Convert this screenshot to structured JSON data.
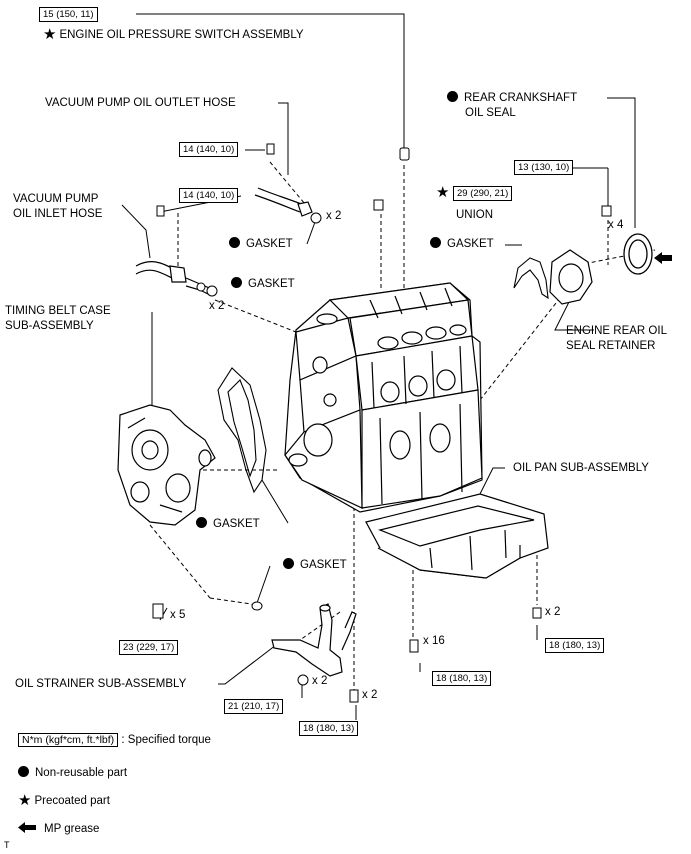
{
  "torques": {
    "eng_oil_switch": "15 (150, 11)",
    "vac_outlet_bolt": "14 (140, 10)",
    "vac_inlet_bolt": "14 (140, 10)",
    "union": "29 (290, 21)",
    "rear_retainer_bolt": "13 (130, 10)",
    "timing_case_bolt": "23 (229, 17)",
    "strainer_nut": "21 (210, 17)",
    "bottom_bolt": "18 (180, 13)",
    "pan_bolt": "18 (180, 13)",
    "pan_nut": "18 (180, 13)"
  },
  "parts": {
    "eng_oil_switch": "ENGINE OIL PRESSURE SWITCH ASSEMBLY",
    "vac_outlet_hose": "VACUUM PUMP OIL OUTLET HOSE",
    "vac_inlet_hose_1": "VACUUM PUMP",
    "vac_inlet_hose_2": "OIL INLET HOSE",
    "rear_seal_1": "REAR CRANKSHAFT",
    "rear_seal_2": "OIL SEAL",
    "union": "UNION",
    "gasket": "GASKET",
    "timing_case_1": "TIMING BELT CASE",
    "timing_case_2": "SUB-ASSEMBLY",
    "rear_retainer_1": "ENGINE REAR OIL",
    "rear_retainer_2": "SEAL RETAINER",
    "oil_pan": "OIL PAN SUB-ASSEMBLY",
    "oil_strainer": "OIL STRAINER SUB-ASSEMBLY"
  },
  "counts": {
    "x2": "x 2",
    "x4": "x 4",
    "x5": "x 5",
    "x16": "x 16"
  },
  "legend": {
    "torque_box": "N*m (kgf*cm, ft.*lbf)",
    "torque_text": ": Specified torque",
    "non_reusable": "Non-reusable part",
    "precoated": "Precoated part",
    "mp_grease": "MP grease"
  },
  "corner_mark": "T"
}
